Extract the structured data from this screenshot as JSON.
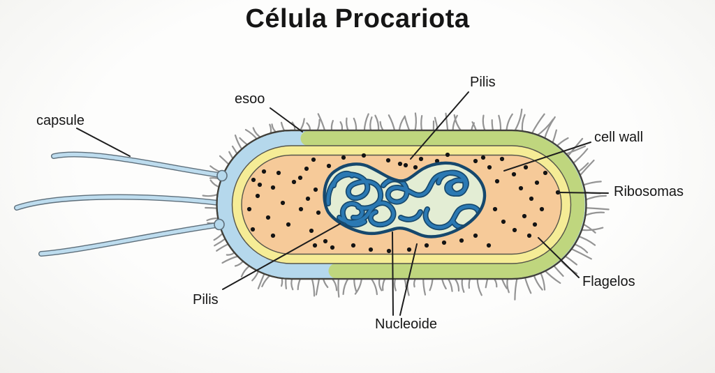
{
  "title": "Célula Procariota",
  "labels": {
    "capsule": {
      "text": "capsule"
    },
    "esoo": {
      "text": "esoo"
    },
    "pilis_top": {
      "text": "Pilis"
    },
    "cell_wall": {
      "text": "cell wall"
    },
    "ribosomas": {
      "text": "Ribosomas"
    },
    "flagelos": {
      "text": "Flagelos"
    },
    "pilis_bottom": {
      "text": "Pilis"
    },
    "nucleoide": {
      "text": "Nucleoide"
    }
  },
  "colors": {
    "label_text": "#161616",
    "leader_line": "#1d1d1d",
    "outline": "#41403a",
    "capsule_blue": "#b5d8ec",
    "cell_wall_green": "#bfd67e",
    "membrane_yellow": "#f5ec96",
    "cytoplasm_orange": "#f6ca99",
    "inner_line": "#55544a",
    "nucleoid_fill": "#e3edd4",
    "nucleoid_outline": "#16486d",
    "dna_strand": "#2b79b3",
    "ribosome_dot": "#141414",
    "pili_gray": "#8f8f8f",
    "flagella_fill": "#bddcee",
    "flagella_outline": "#5d6e7a"
  }
}
